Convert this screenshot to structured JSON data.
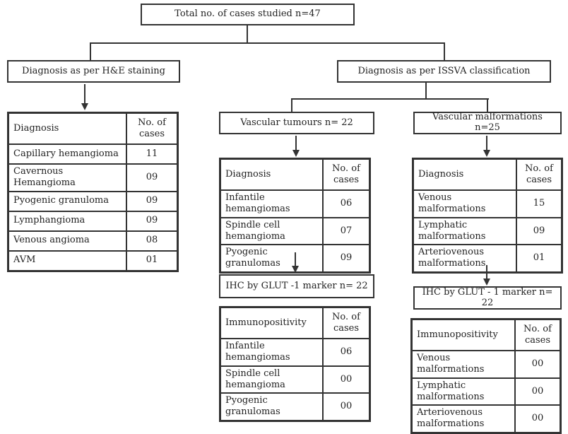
{
  "flowchart": {
    "root_label": "Total no. of cases studied n=47",
    "he": {
      "label": "Diagnosis as per H&E staining",
      "table": {
        "headers": [
          "Diagnosis",
          "No. of cases"
        ],
        "rows": [
          [
            "Capillary hemangioma",
            "11"
          ],
          [
            "Cavernous Hemangioma",
            "09"
          ],
          [
            "Pyogenic granuloma",
            "09"
          ],
          [
            "Lymphangioma",
            "09"
          ],
          [
            "Venous angioma",
            "08"
          ],
          [
            "AVM",
            "01"
          ]
        ]
      }
    },
    "issva": {
      "label": "Diagnosis as per ISSVA classification",
      "tumours": {
        "label": "Vascular tumours n= 22",
        "diagnosis_table": {
          "headers": [
            "Diagnosis",
            "No. of cases"
          ],
          "rows": [
            [
              "Infantile hemangiomas",
              "06"
            ],
            [
              "Spindle cell hemangioma",
              "07"
            ],
            [
              "Pyogenic granulomas",
              "09"
            ]
          ]
        },
        "ihc_label": "IHC by GLUT -1 marker n= 22",
        "ihc_table": {
          "headers": [
            "Immunopositivity",
            "No. of cases"
          ],
          "rows": [
            [
              "Infantile hemangiomas",
              "06"
            ],
            [
              "Spindle cell hemangioma",
              "00"
            ],
            [
              "Pyogenic granulomas",
              "00"
            ]
          ]
        }
      },
      "malformations": {
        "label": "Vascular malformations n=25",
        "diagnosis_table": {
          "headers": [
            "Diagnosis",
            "No. of cases"
          ],
          "rows": [
            [
              "Venous malformations",
              "15"
            ],
            [
              "Lymphatic malformations",
              "09"
            ],
            [
              "Arteriovenous malformations",
              "01"
            ]
          ]
        },
        "ihc_label": "IHC by GLUT - 1 marker n= 22",
        "ihc_table": {
          "headers": [
            "Immunopositivity",
            "No. of cases"
          ],
          "rows": [
            [
              "Venous malformations",
              "00"
            ],
            [
              "Lymphatic malformations",
              "00"
            ],
            [
              "Arteriovenous malformations",
              "00"
            ]
          ]
        }
      }
    }
  },
  "colors": {
    "line": "#333333",
    "text": "#222222",
    "background": "#ffffff"
  }
}
